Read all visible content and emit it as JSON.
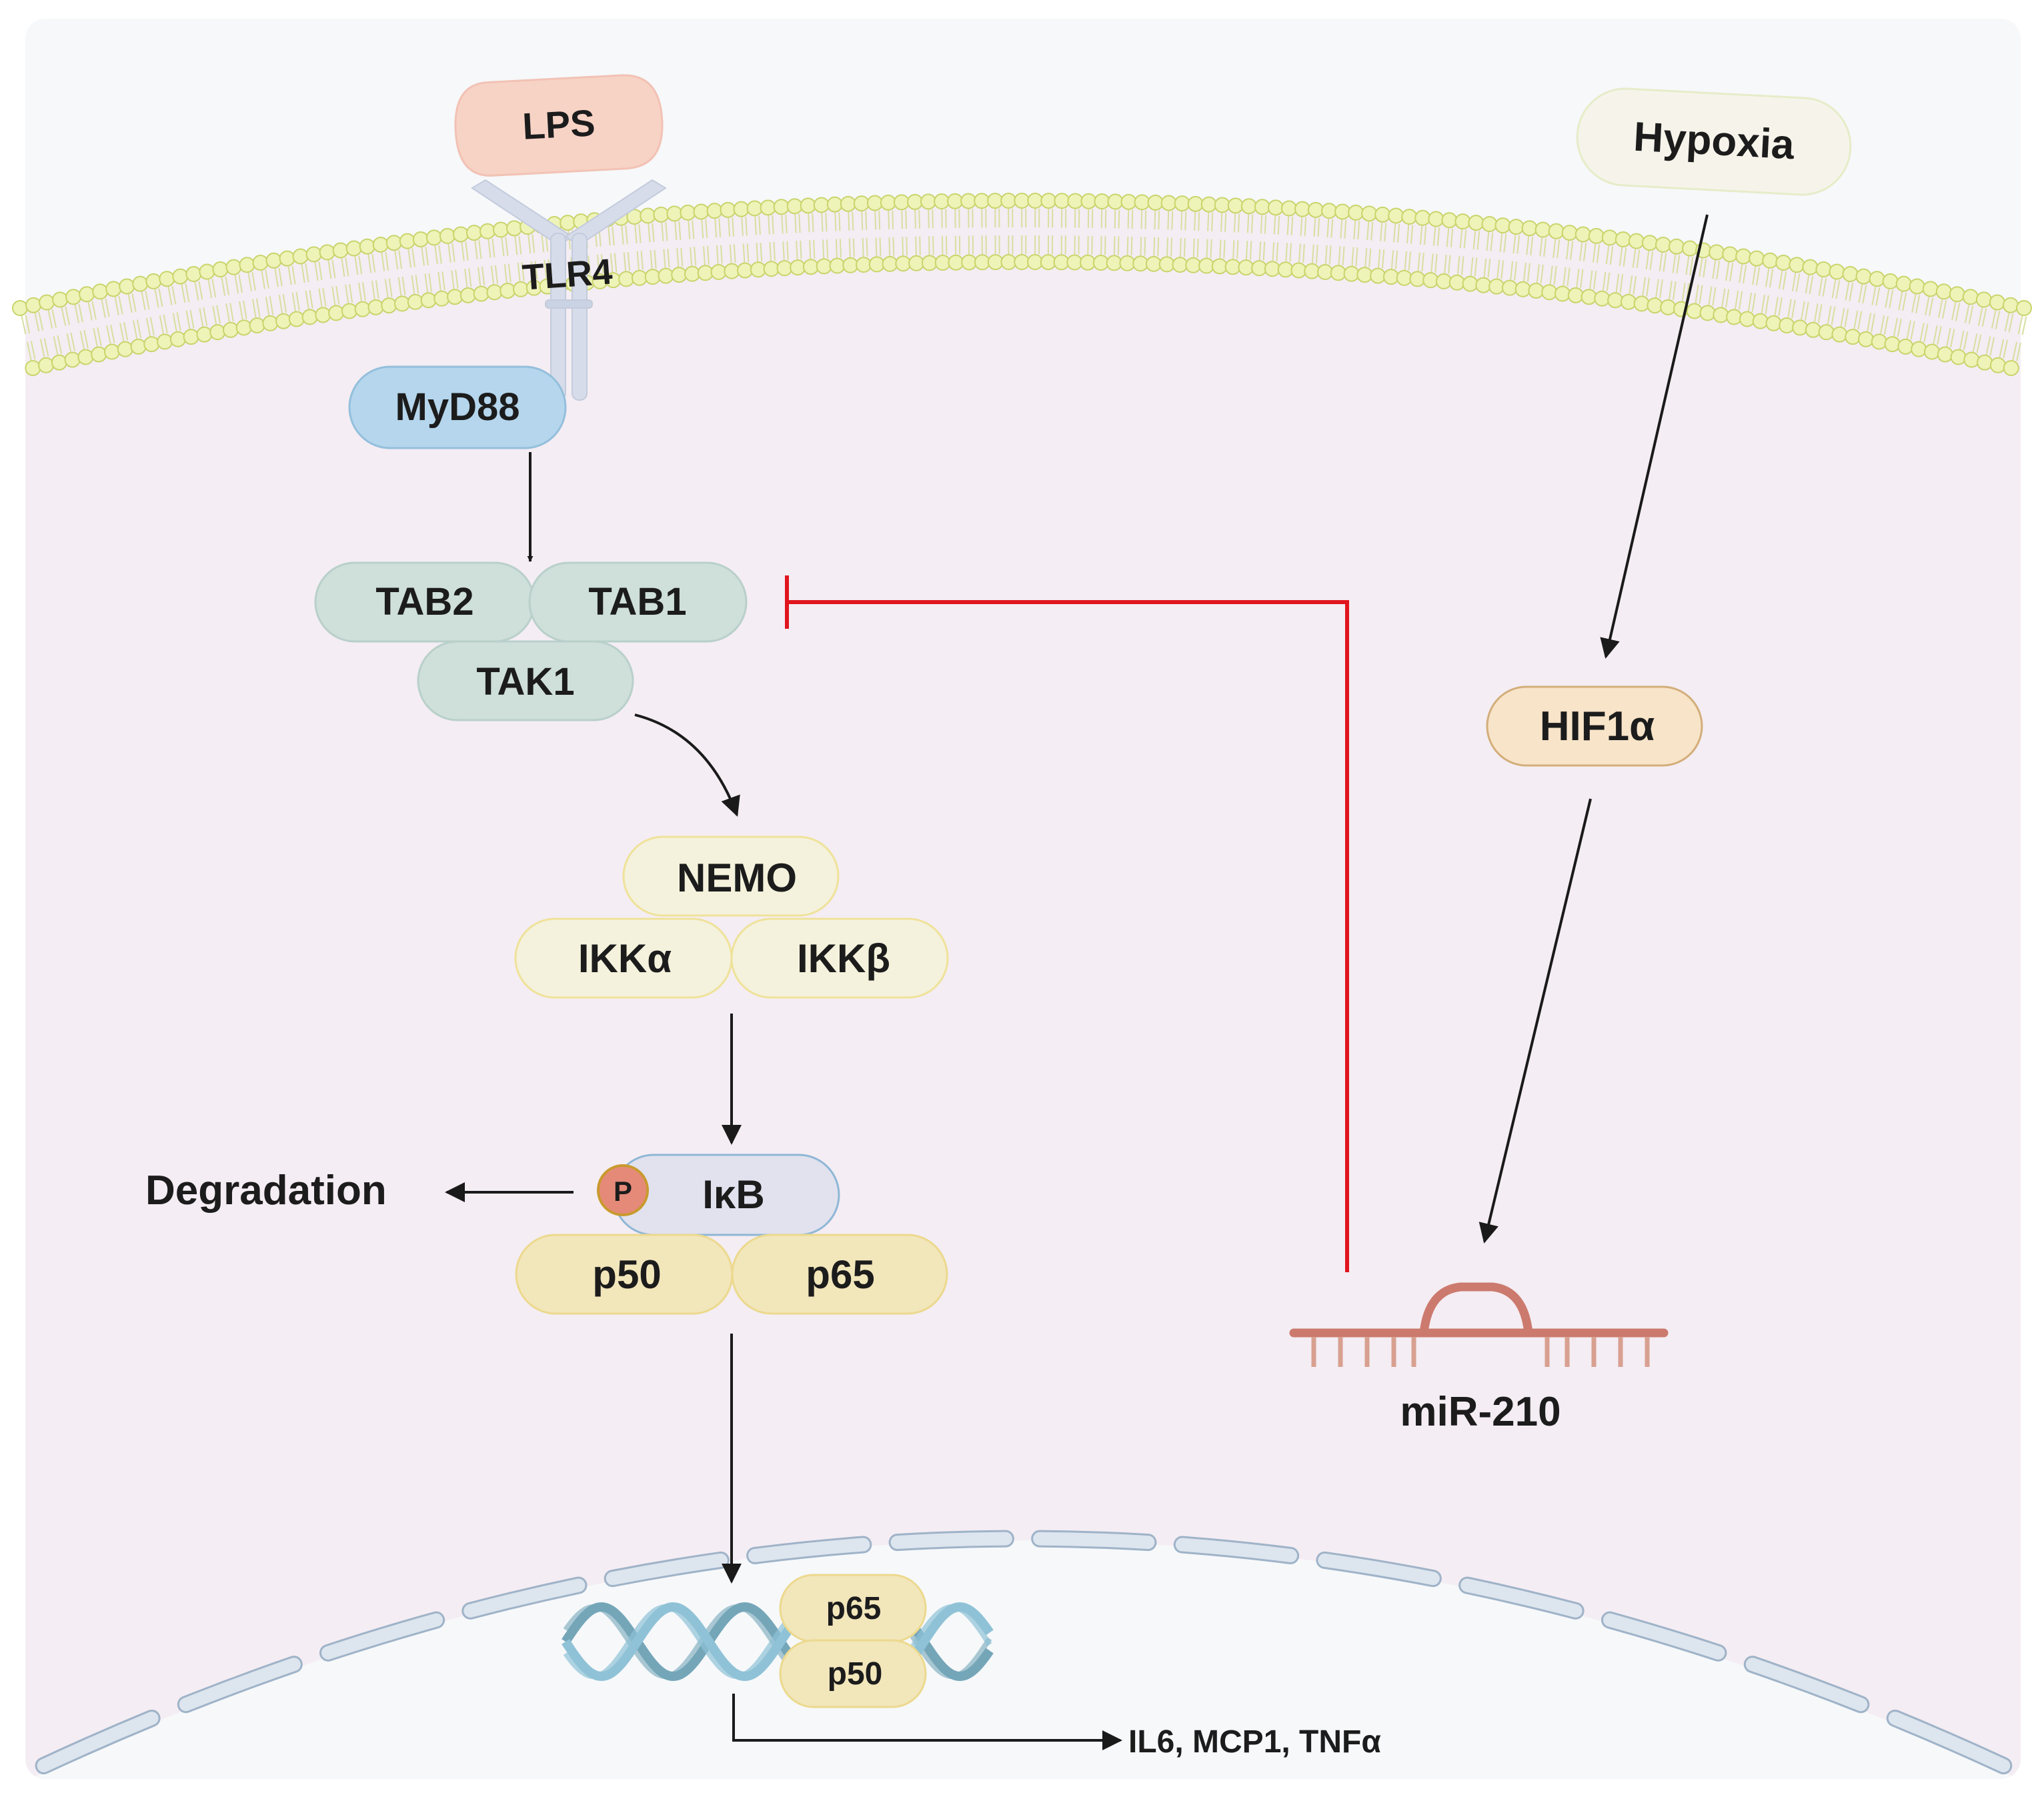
{
  "colors": {
    "outer_bg": "#f6f8fa",
    "cytoplasm": "#f4edf3",
    "membrane_lipid": "#e3ea9e",
    "receptor": "#d6dcea",
    "inhibition": "#e0151d",
    "arrow": "#1a1a1a",
    "lps": "#f7d3c6",
    "myd88": "#b5d6ec",
    "tab": "#cfdfda",
    "ikk": "#f4f2dc",
    "nfkb": "#f2e6bb",
    "ikb": "#e1e2ee",
    "phospho": "#e58a78",
    "hypoxia": "#f6f4ea",
    "hif": "#f7e4c9",
    "mirna": "#cc7a6e",
    "dna": "#7fb1c7",
    "nuclear_envelope": "#dde5ee"
  },
  "labels": {
    "lps": "LPS",
    "tlr4": "TLR4",
    "myd88": "MyD88",
    "tab2": "TAB2",
    "tab1": "TAB1",
    "tak1": "TAK1",
    "nemo": "NEMO",
    "ikka": "IKKα",
    "ikkb": "IKKβ",
    "ikb": "IκB",
    "p": "P",
    "degradation": "Degradation",
    "p50": "p50",
    "p65": "p65",
    "nuc_p65": "p65",
    "nuc_p50": "p50",
    "genes": "IL6, MCP1, TNFα",
    "hypoxia": "Hypoxia",
    "hif1a": "HIF1α",
    "mir210": "miR-210"
  },
  "icons": {
    "receptor": "tlr4-receptor-icon",
    "membrane": "lipid-bilayer-icon",
    "dna": "dna-helix-icon",
    "mirna": "microrna-hairpin-icon",
    "nucleus": "nuclear-envelope-icon"
  }
}
